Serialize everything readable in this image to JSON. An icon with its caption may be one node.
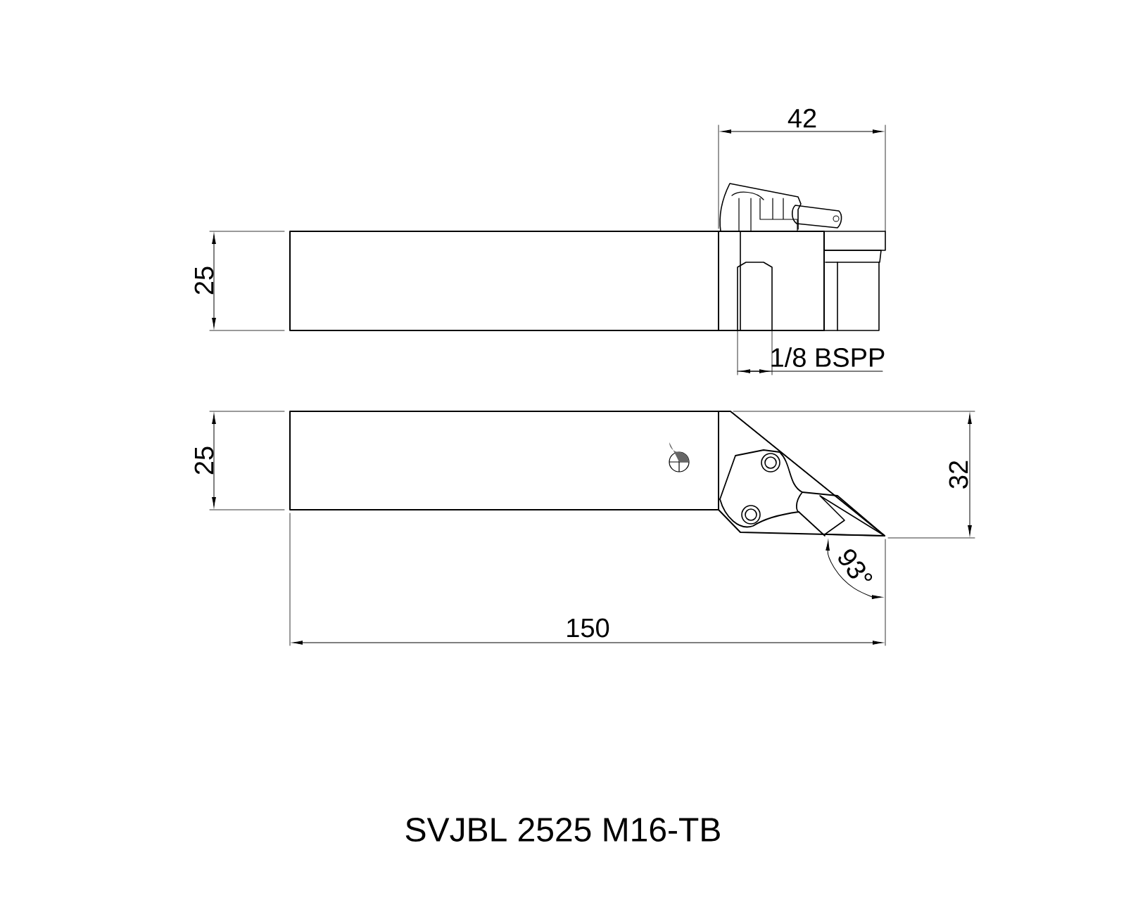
{
  "diagram": {
    "caption": "SVJBL 2525 M16-TB",
    "labels": [
      "42",
      "25",
      "1/8 BSPP",
      "25",
      "32",
      "93°",
      "150"
    ]
  }
}
